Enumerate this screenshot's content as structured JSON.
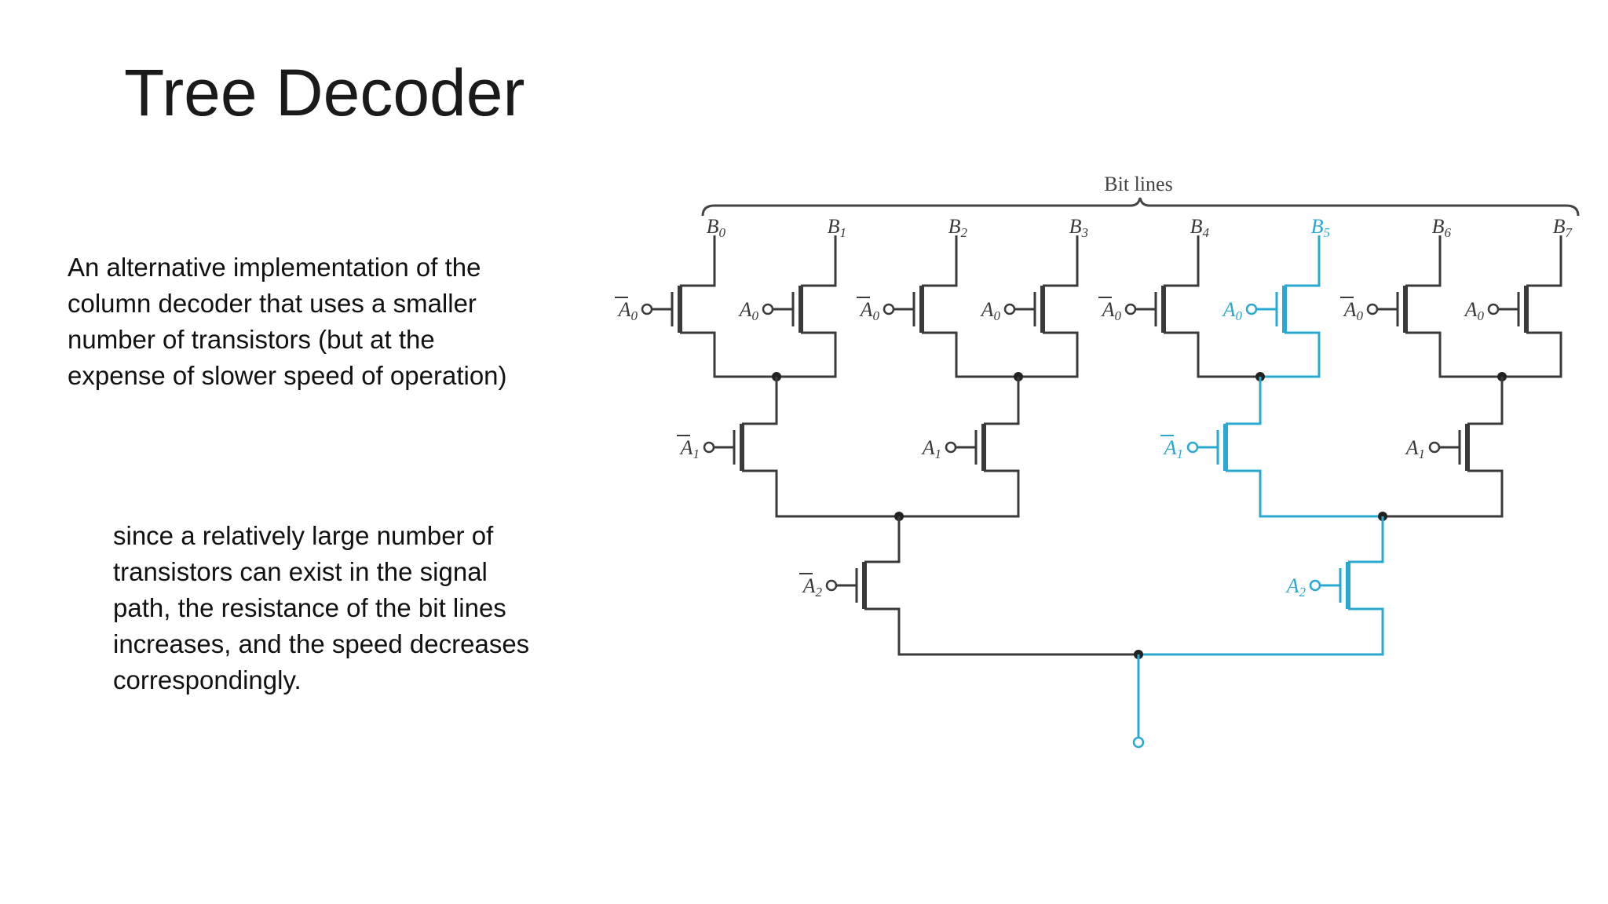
{
  "slide": {
    "title": "Tree Decoder",
    "paragraph1": [
      "An alternative implementation of the",
      "column decoder that uses a smaller",
      "number of transistors (but at the",
      "expense of slower speed of operation)"
    ],
    "paragraph2": [
      "since a relatively large number of",
      "transistors can exist in the signal",
      "path, the resistance of the bit lines",
      "increases, and the speed decreases",
      "correspondingly."
    ]
  },
  "diagram": {
    "bus_label": "Bit lines",
    "bit_lines": [
      "B0",
      "B1",
      "B2",
      "B3",
      "B4",
      "B5",
      "B6",
      "B7"
    ],
    "level0_gates": [
      "Ā0",
      "A0",
      "Ā0",
      "A0",
      "Ā0",
      "A0",
      "Ā0",
      "A0"
    ],
    "level1_gates": [
      "Ā1",
      "A1",
      "Ā1",
      "A1"
    ],
    "level2_gates": [
      "Ā2",
      "A2"
    ],
    "colors": {
      "normal": "#3a3a3a",
      "highlight": "#2aa8cf"
    }
  }
}
